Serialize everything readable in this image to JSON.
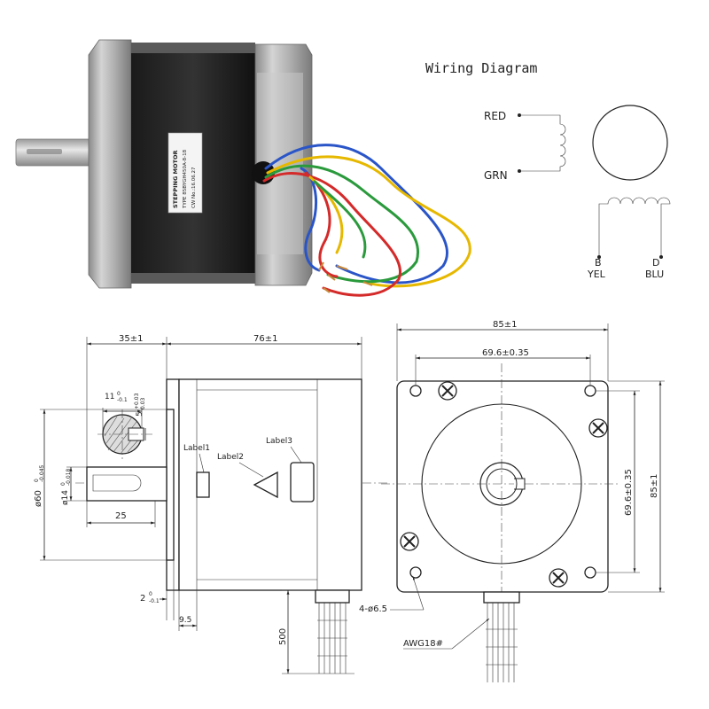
{
  "wiring": {
    "title": "Wiring Diagram",
    "red": "RED",
    "grn": "GRN",
    "b": "B",
    "yel": "YEL",
    "d": "D",
    "blu": "BLU"
  },
  "motor_label": {
    "line1": "STEPPING MOTOR",
    "line2": "TYPE 85BYGH450A-8-18",
    "line3": "CW No.:16.06.27"
  },
  "side_view": {
    "dim_35": "35±1",
    "dim_76": "76±1",
    "dim_11_main": "11",
    "dim_11_tol": "0\n-0.1",
    "dim_5_main": "5",
    "dim_5_tol": "+0.03\n0.03",
    "dim_60": "ø60",
    "dim_60_tol": "0 -0.045",
    "dim_14": "ø14",
    "dim_14_tol": "0 -0.018",
    "dim_25": "25",
    "dim_2": "2",
    "dim_2_tol": "0\n-0.1",
    "dim_9_5": "9.5",
    "dim_500": "500",
    "label1": "Label1",
    "label2": "Label2",
    "label3": "Label3"
  },
  "front_view": {
    "dim_85_top": "85±1",
    "dim_69_6_top": "69.6±0.35",
    "dim_69_6_side": "69.6±0.35",
    "dim_85_side": "85±1",
    "holes": "4-ø6.5",
    "wire": "AWG18#"
  },
  "colors": {
    "wire_red": "#d42a2a",
    "wire_green": "#2a9a3c",
    "wire_yellow": "#e6b800",
    "wire_blue": "#2a55c8"
  }
}
